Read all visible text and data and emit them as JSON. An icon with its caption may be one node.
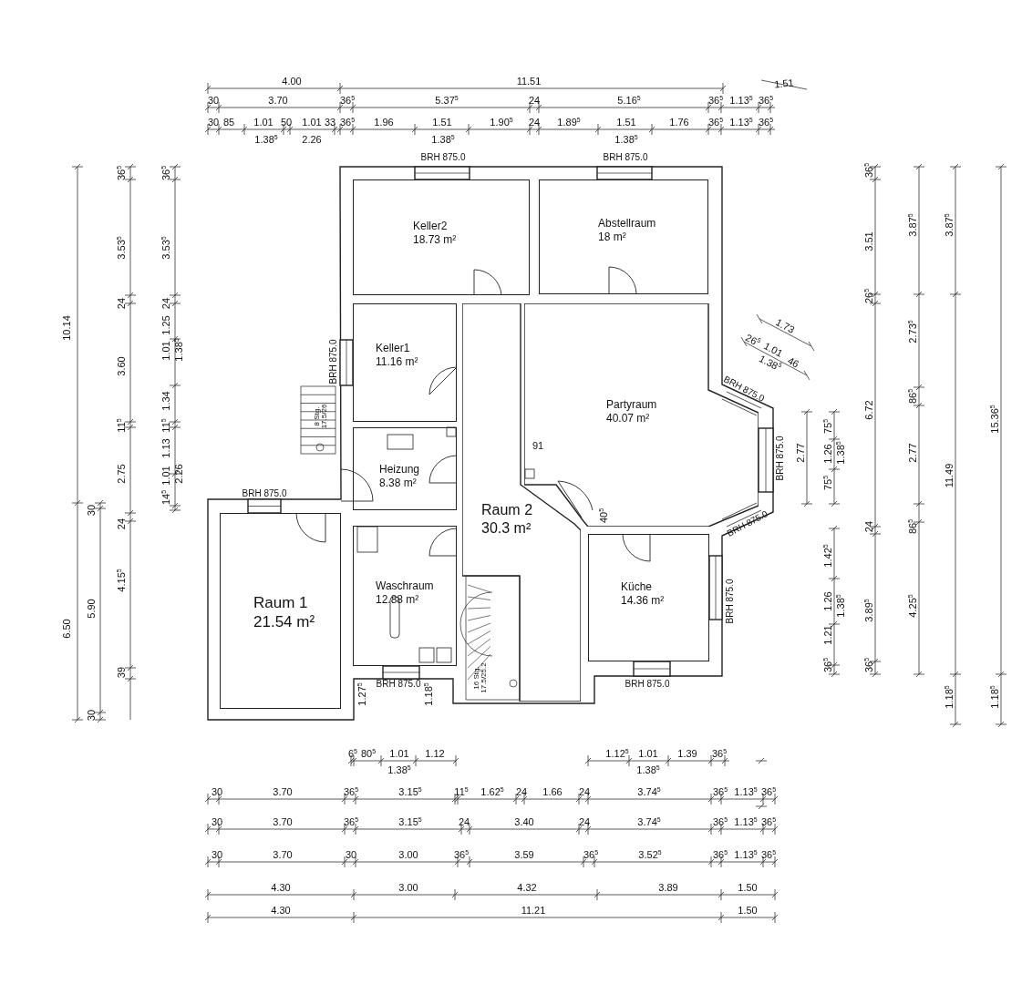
{
  "diagram": {
    "nodes": [
      {
        "text": [
          "Keller2",
          "18.73 m²"
        ]
      },
      {
        "text": [
          "Abstellraum",
          "18 m²"
        ]
      },
      {
        "text": [
          "Keller1",
          "11.16 m²"
        ]
      },
      {
        "text": [
          "Partyraum",
          "40.07 m²"
        ]
      },
      {
        "text": [
          "Heizung",
          "8.38 m²"
        ]
      },
      {
        "text": [
          "Raum 2",
          "30.3 m²"
        ]
      },
      {
        "text": [
          "Raum 1",
          "21.54 m²"
        ]
      },
      {
        "text": [
          "Waschraum",
          "12.88 m²"
        ]
      },
      {
        "text": [
          "Küche",
          "14.36 m²"
        ]
      }
    ],
    "labels": [
      "4.00",
      "11.51",
      "1.51",
      "30",
      "3.70",
      "36$^{5}$",
      "5.37$^{5}$",
      "24",
      "5.16$^{5}$",
      "36$^{5}$",
      "1.13$^{5}$",
      "36$^{5}$",
      "30",
      "85",
      "1.01",
      "50",
      "1.01",
      "33",
      "36$^{5}$",
      "1.96",
      "1.51",
      "1.90$^{5}$",
      "24",
      "1.89$^{5}$",
      "1.51",
      "1.76",
      "36$^{5}$",
      "1.13$^{5}$",
      "36$^{5}$",
      "1.38$^{5}$",
      "2.26",
      "1.38$^{5}$",
      "1.38$^{5}$",
      "10.14",
      "6.50",
      "30",
      "5.90",
      "30",
      "36$^{5}$",
      "3.53$^{5}$",
      "24",
      "3.60",
      "11$^{5}$",
      "2.75",
      "24",
      "4.15$^{5}$",
      "39",
      "36$^{5}$",
      "3.53$^{5}$",
      "24",
      "1.25",
      "1.01",
      "1.34",
      "11$^{5}$",
      "1.13",
      "1.01",
      "14$^{5}$",
      "1.38$^{5}$",
      "2.26",
      "BRH 875.0",
      "BRH 875.0",
      "BRH 875.0",
      "8 Stg. 17.5/26",
      "91",
      "BRH 875.0",
      "40$^{5}$",
      "BRH 875.0",
      "BRH 875.0",
      "BRH 875.0",
      "BRH 875.0",
      "1.27$^{5}$",
      "BRH 875.0",
      "1.18$^{5}$",
      "16 Stg. 17.5/25.2",
      "BRH 875.0",
      "1.73",
      "26$^{5}$",
      "1.01",
      "46",
      "1.38$^{5}$",
      "2.77",
      "75$^{5}$",
      "1.26",
      "75$^{5}$",
      "1.38$^{5}$",
      "1.42$^{5}$",
      "1.26",
      "1.21",
      "36$^{5}$",
      "1.38$^{5}$",
      "36$^{5}$",
      "3.51",
      "26$^{5}$",
      "6.72",
      "24",
      "3.89$^{5}$",
      "36$^{5}$",
      "3.87$^{5}$",
      "2.73$^{5}$",
      "86$^{5}$",
      "2.77",
      "86$^{5}$",
      "4.25$^{5}$",
      "3.87$^{5}$",
      "11.49",
      "1.18$^{5}$",
      "15.36$^{5}$",
      "1.18$^{5}$",
      "6$^{5}$",
      "80$^{5}$",
      "1.01",
      "1.12",
      "1.38$^{5}$",
      "1.12$^{5}$",
      "1.01",
      "1.39",
      "36$^{5}$",
      "1.38$^{5}$",
      "30",
      "3.70",
      "36$^{5}$",
      "3.15$^{5}$",
      "11$^{5}$",
      "1.62$^{5}$",
      "24",
      "1.66",
      "24",
      "3.74$^{5}$",
      "36$^{5}$",
      "1.13$^{5}$",
      "36$^{5}$",
      "30",
      "3.70",
      "36$^{5}$",
      "3.15$^{5}$",
      "24",
      "3.40",
      "24",
      "3.74$^{5}$",
      "36$^{5}$",
      "1.13$^{5}$",
      "36$^{5}$",
      "30",
      "3.70",
      "30",
      "3.00",
      "36$^{5}$",
      "3.59",
      "36$^{5}$",
      "3.52$^{5}$",
      "36$^{5}$",
      "1.13$^{5}$",
      "36$^{5}$",
      "4.30",
      "3.00",
      "4.32",
      "3.89",
      "1.50",
      "4.30",
      "11.21",
      "1.50"
    ]
  }
}
